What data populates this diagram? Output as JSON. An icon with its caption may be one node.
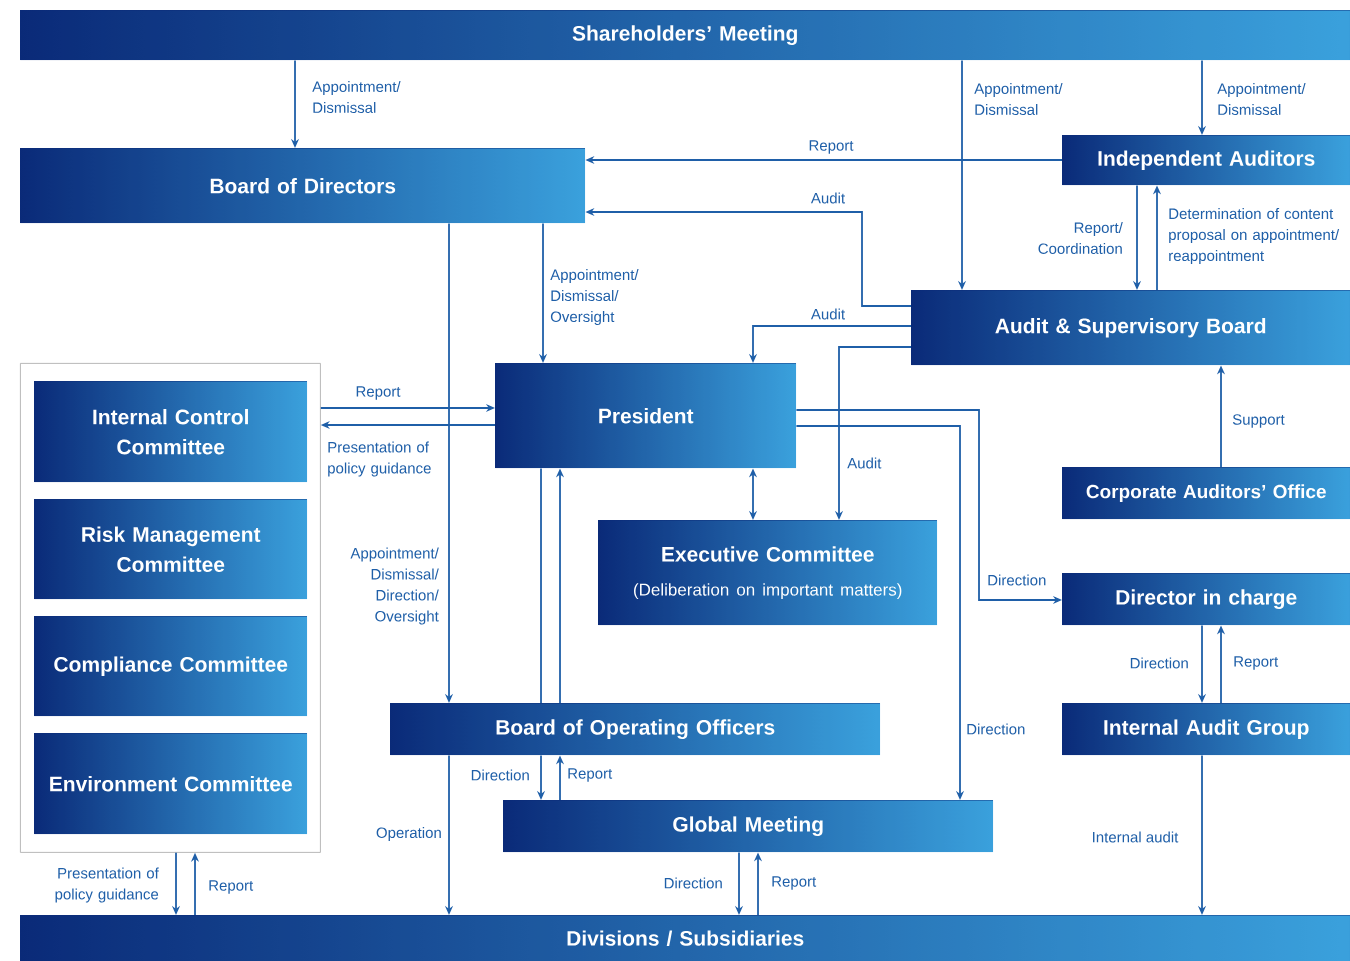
{
  "diagram": {
    "nodes": [
      {
        "text": [
          "Shareholders’ Meeting"
        ]
      },
      {
        "text": [
          "Board of Directors"
        ]
      },
      {
        "text": [
          "Independent Auditors"
        ]
      },
      {
        "text": [
          "Audit & Supervisory Board"
        ]
      },
      {
        "text": [],
        "shape": "box"
      },
      {
        "text": [
          "Internal Control Committee"
        ],
        "in": 4
      },
      {
        "text": [
          "Risk Management Committee"
        ],
        "in": 4
      },
      {
        "text": [
          "Compliance Committee"
        ],
        "in": 4
      },
      {
        "text": [
          "Environment Committee"
        ],
        "in": 4
      },
      {
        "text": [
          "President"
        ]
      },
      {
        "text": [
          "Corporate Auditors’ Office"
        ]
      },
      {
        "text": [
          "Executive Committee",
          "(Deliberation on important matters)"
        ]
      },
      {
        "text": [
          "Director in charge"
        ]
      },
      {
        "text": [
          "Board of Operating Officers"
        ]
      },
      {
        "text": [
          "Internal Audit Group"
        ]
      },
      {
        "text": [
          "Global Meeting"
        ]
      },
      {
        "text": [
          "Divisions / Subsidiaries"
        ]
      }
    ],
    "edges": [
      {
        "from": 0,
        "to": 1,
        "arrow": "to",
        "label": "Appointment/ Dismissal"
      },
      {
        "from": 0,
        "to": 2,
        "arrow": "to",
        "label": "Appointment/ Dismissal"
      },
      {
        "from": 0,
        "to": 3,
        "arrow": "to",
        "label": "Appointment/ Dismissal"
      },
      {
        "from": 2,
        "to": 1,
        "arrow": "to",
        "label": "Report"
      },
      {
        "from": 3,
        "to": 1,
        "arrow": "to",
        "label": "Audit"
      },
      {
        "from": 3,
        "to": 9,
        "arrow": "to",
        "label": "Audit"
      },
      {
        "from": 3,
        "to": 11,
        "arrow": "to",
        "label": "Audit"
      },
      {
        "from": 3,
        "to": 2,
        "arrow": "to",
        "label": "Determination of content proposal on appointment/ reappointment"
      },
      {
        "from": 2,
        "to": 3,
        "arrow": "to",
        "label": "Report/ Coordination"
      },
      {
        "from": 1,
        "to": 9,
        "arrow": "to",
        "label": "Appointment/ Dismissal/ Oversight"
      },
      {
        "from": 1,
        "to": 13,
        "arrow": "to",
        "label": "Appointment/ Dismissal/ Direction/ Oversight"
      },
      {
        "from": 4,
        "to": 9,
        "arrow": "to",
        "label": "Report"
      },
      {
        "from": 9,
        "to": 4,
        "arrow": "to",
        "label": "Presentation of policy guidance"
      },
      {
        "from": 9,
        "to": 11,
        "arrow": "both"
      },
      {
        "from": 10,
        "to": 3,
        "arrow": "to",
        "label": "Support"
      },
      {
        "from": 9,
        "to": 12,
        "arrow": "to",
        "label": "Direction"
      },
      {
        "from": 9,
        "to": 15,
        "arrow": "to",
        "label": "Direction"
      },
      {
        "from": 12,
        "to": 14,
        "arrow": "to",
        "label": "Direction"
      },
      {
        "from": 14,
        "to": 12,
        "arrow": "to",
        "label": "Report"
      },
      {
        "from": 9,
        "to": 13,
        "arrow": "none"
      },
      {
        "from": 13,
        "to": 9,
        "arrow": "to"
      },
      {
        "from": 13,
        "to": 15,
        "arrow": "to",
        "label": "Direction"
      },
      {
        "from": 15,
        "to": 13,
        "arrow": "to",
        "label": "Report"
      },
      {
        "from": 13,
        "to": 16,
        "arrow": "to",
        "label": "Operation"
      },
      {
        "from": 15,
        "to": 16,
        "arrow": "to",
        "label": "Direction"
      },
      {
        "from": 16,
        "to": 15,
        "arrow": "to",
        "label": "Report"
      },
      {
        "from": 14,
        "to": 16,
        "arrow": "to",
        "label": "Internal audit"
      },
      {
        "from": 4,
        "to": 16,
        "arrow": "to",
        "label": "Presentation of policy guidance"
      },
      {
        "from": 16,
        "to": 4,
        "arrow": "to",
        "label": "Report"
      }
    ]
  }
}
